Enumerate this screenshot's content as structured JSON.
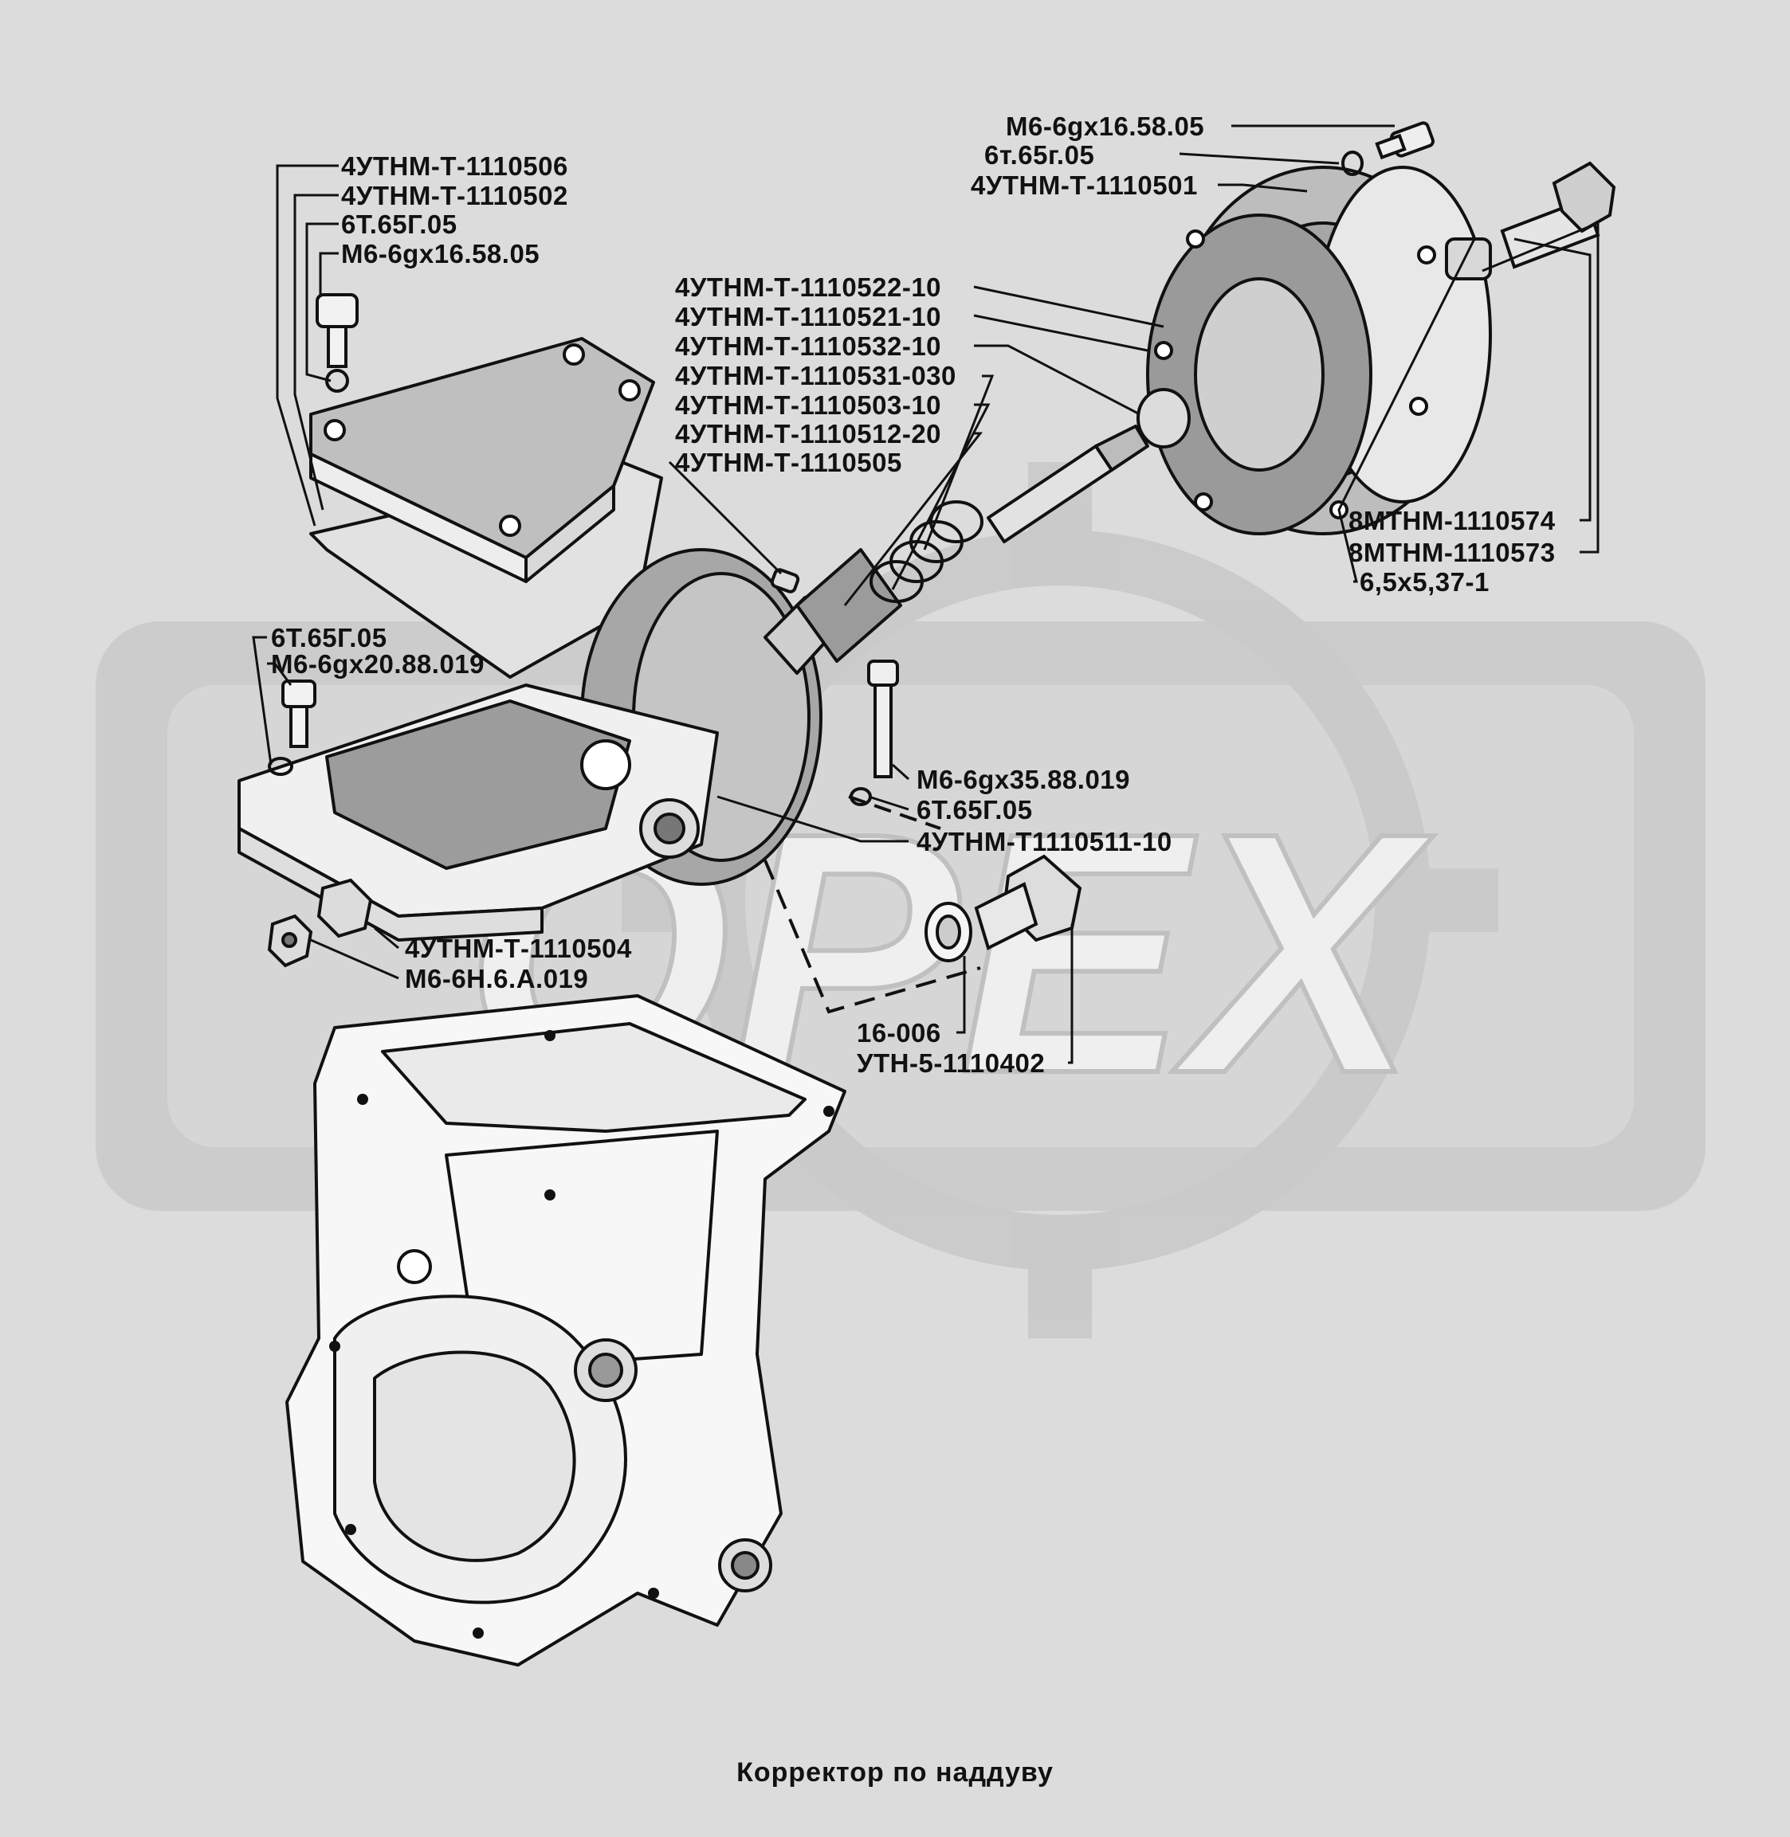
{
  "caption": "Корректор по наддуву",
  "watermark": {
    "text": "OPEX",
    "color": "#c4c4c4"
  },
  "colors": {
    "background": "#dcdcdc",
    "ink": "#111111",
    "part_fill": "#f4f4f4"
  },
  "labels": {
    "cover_1110506": "4УТНМ-Т-1110506",
    "cover_1110502": "4УТНМ-Т-1110502",
    "cover_washer": "6Т.65Г.05",
    "cover_bolt": "М6-6gх16.58.05",
    "fl_bolt": "М6-6gх16.58.05",
    "fl_washer": "6т.65г.05",
    "fl_1110501": "4УТНМ-Т-1110501",
    "p_1110522": "4УТНМ-Т-1110522-10",
    "p_1110521": "4УТНМ-Т-1110521-10",
    "p_1110532": "4УТНМ-Т-1110532-10",
    "p_1110531": "4УТНМ-Т-1110531-030",
    "p_1110503": "4УТНМ-Т-1110503-10",
    "p_1110512": "4УТНМ-Т-1110512-20",
    "p_1110505": "4УТНМ-Т-1110505",
    "r_1110574": "8МТНМ-1110574",
    "r_1110573": "8МТНМ-1110573",
    "r_seal": "6,5х5,37-1",
    "b_washer": "6Т.65Г.05",
    "b_bolt": "М6-6gх20.88.019",
    "m_bolt": "М6-6gх35.88.019",
    "m_washer": "6Т.65Г.05",
    "m_1110511": "4УТНМ-Т1110511-10",
    "n_1110504": "4УТНМ-Т-1110504",
    "n_nut": "М6-6Н.6.А.019",
    "plug_washer": "16-006",
    "plug": "УТН-5-1110402"
  }
}
